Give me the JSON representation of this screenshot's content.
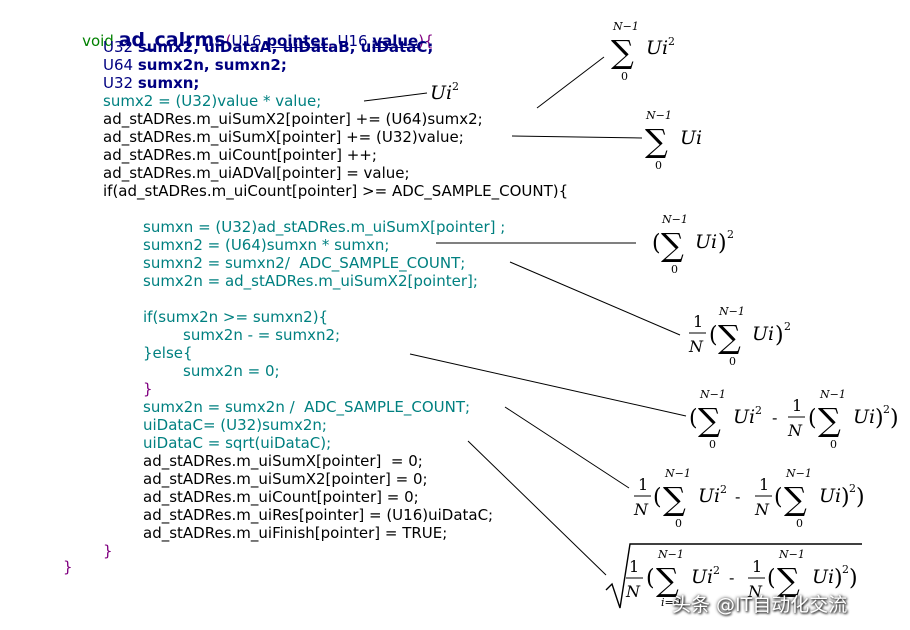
{
  "code": {
    "signature": {
      "ret": "void",
      "name": "ad_calrms",
      "open": "(",
      "t1": "U16 ",
      "p1": "pointer",
      "sep": ", ",
      "t2": "U16 ",
      "p2": "value",
      "close": "){"
    },
    "decl1": {
      "type": "U32 ",
      "vars": "sumx2, uiDataA, uiDataB, uiDataC;"
    },
    "decl2": {
      "type": "U64 ",
      "vars": "sumx2n, sumxn2;"
    },
    "decl3": {
      "type": "U32 ",
      "vars": "sumxn;"
    },
    "line_sumx2": "sumx2 = (U32)value * value;",
    "line_sumX2": "ad_stADRes.m_uiSumX2[pointer] += (U64)sumx2;",
    "line_sumX": "ad_stADRes.m_uiSumX[pointer] += (U32)value;",
    "line_count": "ad_stADRes.m_uiCount[pointer] ++;",
    "line_adval": "ad_stADRes.m_uiADVal[pointer] = value;",
    "line_if": "if(ad_stADRes.m_uiCount[pointer] >= ADC_SAMPLE_COUNT){",
    "line_sumxn": "sumxn = (U32)ad_stADRes.m_uiSumX[pointer] ;",
    "line_sumxn2a": "sumxn2 = (U64)sumxn * sumxn;",
    "line_sumxn2b": "sumxn2 = sumxn2/  ADC_SAMPLE_COUNT;",
    "line_sumx2n": "sumx2n = ad_stADRes.m_uiSumX2[pointer];",
    "line_if2": "if(sumx2n >= sumxn2){",
    "line_sub": "sumx2n - = sumxn2;",
    "line_else": "}else{",
    "line_zero": "sumx2n = 0;",
    "line_close1": "}",
    "line_div": "sumx2n = sumx2n /  ADC_SAMPLE_COUNT;",
    "line_uic1": "uiDataC= (U32)sumx2n;",
    "line_uic2": "uiDataC = sqrt(uiDataC);",
    "line_r1": "ad_stADRes.m_uiSumX[pointer]  = 0;",
    "line_r2": "ad_stADRes.m_uiSumX2[pointer] = 0;",
    "line_r3": "ad_stADRes.m_uiCount[pointer] = 0;",
    "line_r4": "ad_stADRes.m_uiRes[pointer] = (U16)uiDataC;",
    "line_r5": "ad_stADRes.m_uiFinish[pointer] = TRUE;",
    "line_close2": "}",
    "line_close3": "}"
  },
  "formulas": {
    "upper": "N−1",
    "lower": "0",
    "lower_last": "i=0",
    "term": "Ui",
    "sq": "2",
    "one": "1",
    "N": "N",
    "minus": "-"
  },
  "watermark": "头条 @IT自动化交流",
  "colors": {
    "teal": "#008080",
    "navy": "#000080",
    "red": "#cc0000",
    "purple": "#800080"
  }
}
